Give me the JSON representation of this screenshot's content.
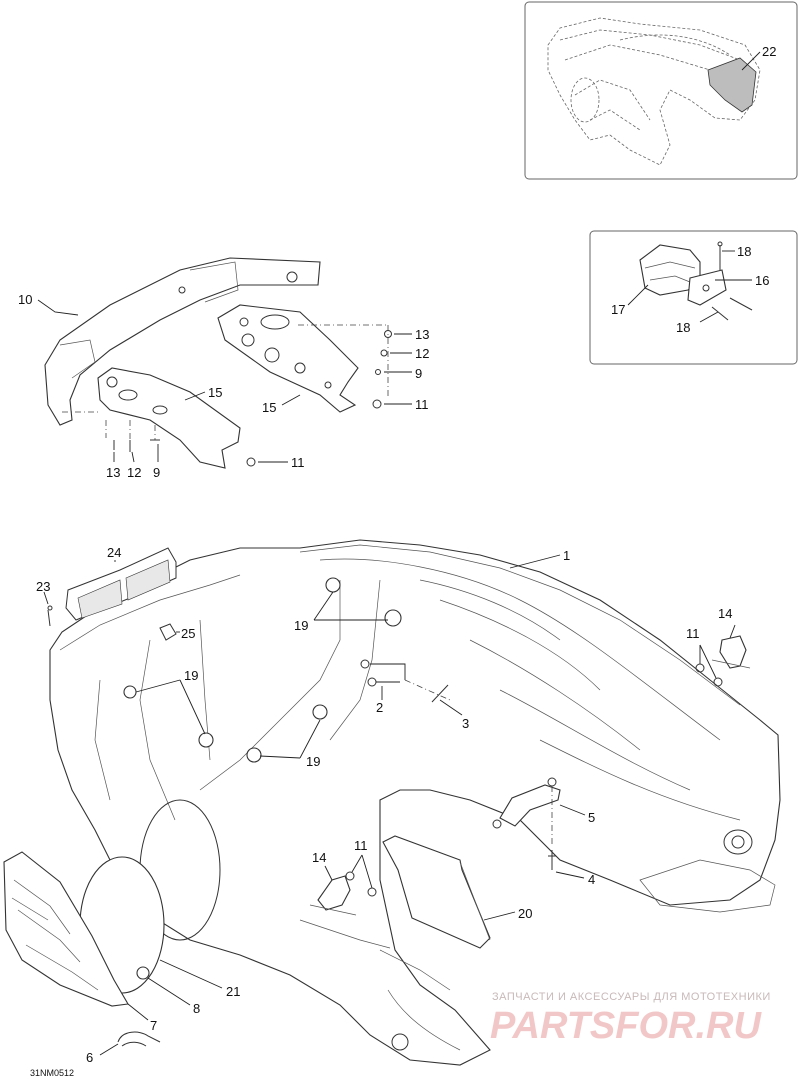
{
  "diagram": {
    "callouts": {
      "c1": "1",
      "c2": "2",
      "c3": "3",
      "c4": "4",
      "c5": "5",
      "c6": "6",
      "c7": "7",
      "c8": "8",
      "c9a": "9",
      "c9b": "9",
      "c10": "10",
      "c11a": "11",
      "c11b": "11",
      "c11c": "11",
      "c11d": "11",
      "c12a": "12",
      "c12b": "12",
      "c13a": "13",
      "c13b": "13",
      "c14a": "14",
      "c14b": "14",
      "c15a": "15",
      "c15b": "15",
      "c16": "16",
      "c17": "17",
      "c18a": "18",
      "c18b": "18",
      "c19a": "19",
      "c19b": "19",
      "c19c": "19",
      "c20": "20",
      "c21": "21",
      "c22": "22",
      "c23": "23",
      "c24": "24",
      "c25": "25"
    },
    "drawing_code": "31NM0512",
    "watermark": {
      "top": "ЗАПЧАСТИ И АКСЕССУАРЫ ДЛЯ МОТОТЕХНИКИ",
      "brand": "PARTSFOR.RU"
    }
  }
}
